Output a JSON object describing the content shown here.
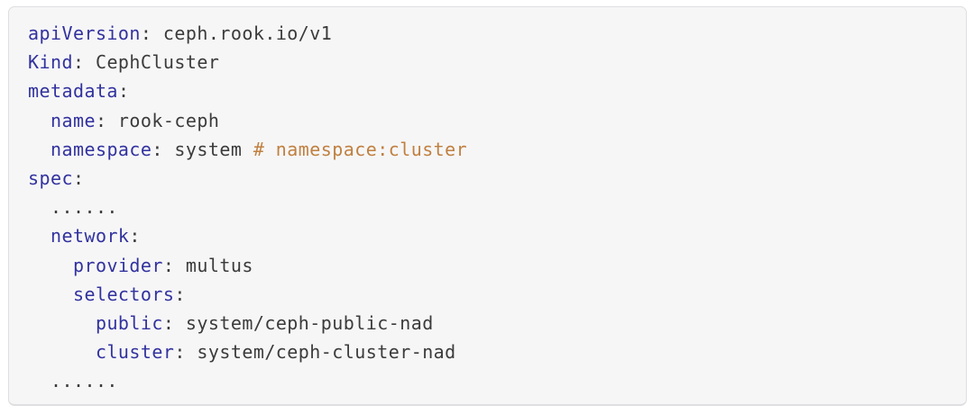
{
  "code_block": {
    "language": "yaml",
    "colors": {
      "key": "#32329f",
      "plain": "#3b3b3b",
      "comment": "#c08040",
      "background": "#f6f6f7",
      "border": "#dfdfe2",
      "page_background": "#ffffff"
    },
    "lines": [
      {
        "segments": [
          {
            "t": "apiVersion",
            "c": "key"
          },
          {
            "t": ": ceph.rook.io/v1",
            "c": "plain"
          }
        ]
      },
      {
        "segments": [
          {
            "t": "Kind",
            "c": "key"
          },
          {
            "t": ": CephCluster",
            "c": "plain"
          }
        ]
      },
      {
        "segments": [
          {
            "t": "metadata",
            "c": "key"
          },
          {
            "t": ":",
            "c": "plain"
          }
        ]
      },
      {
        "segments": [
          {
            "t": "  ",
            "c": "plain"
          },
          {
            "t": "name",
            "c": "key"
          },
          {
            "t": ": rook-ceph",
            "c": "plain"
          }
        ]
      },
      {
        "segments": [
          {
            "t": "  ",
            "c": "plain"
          },
          {
            "t": "namespace",
            "c": "key"
          },
          {
            "t": ": system ",
            "c": "plain"
          },
          {
            "t": "# namespace:cluster",
            "c": "comment"
          }
        ]
      },
      {
        "segments": [
          {
            "t": "spec",
            "c": "key"
          },
          {
            "t": ":",
            "c": "plain"
          }
        ]
      },
      {
        "segments": [
          {
            "t": "  ......",
            "c": "plain"
          }
        ]
      },
      {
        "segments": [
          {
            "t": "  ",
            "c": "plain"
          },
          {
            "t": "network",
            "c": "key"
          },
          {
            "t": ":",
            "c": "plain"
          }
        ]
      },
      {
        "segments": [
          {
            "t": "    ",
            "c": "plain"
          },
          {
            "t": "provider",
            "c": "key"
          },
          {
            "t": ": multus",
            "c": "plain"
          }
        ]
      },
      {
        "segments": [
          {
            "t": "    ",
            "c": "plain"
          },
          {
            "t": "selectors",
            "c": "key"
          },
          {
            "t": ":",
            "c": "plain"
          }
        ]
      },
      {
        "segments": [
          {
            "t": "      ",
            "c": "plain"
          },
          {
            "t": "public",
            "c": "key"
          },
          {
            "t": ": system/ceph-public-nad",
            "c": "plain"
          }
        ]
      },
      {
        "segments": [
          {
            "t": "      ",
            "c": "plain"
          },
          {
            "t": "cluster",
            "c": "key"
          },
          {
            "t": ": system/ceph-cluster-nad",
            "c": "plain"
          }
        ]
      },
      {
        "segments": [
          {
            "t": "  ......",
            "c": "plain"
          }
        ]
      }
    ]
  }
}
